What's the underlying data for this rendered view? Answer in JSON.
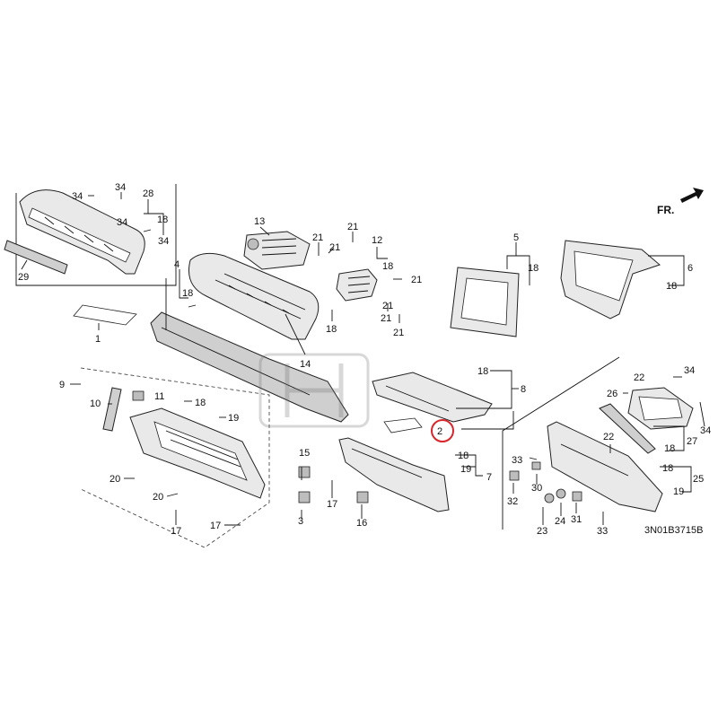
{
  "direction_label": "FR.",
  "diagram_code": "3N01B3715B",
  "highlight_color": "#d9262b",
  "highlighted_callout": "2",
  "callouts": [
    {
      "id": "c34a",
      "label": "34"
    },
    {
      "id": "c34b",
      "label": "34"
    },
    {
      "id": "c28",
      "label": "28"
    },
    {
      "id": "c18a",
      "label": "18"
    },
    {
      "id": "c34c",
      "label": "34"
    },
    {
      "id": "c34d",
      "label": "34"
    },
    {
      "id": "c29",
      "label": "29"
    },
    {
      "id": "c13",
      "label": "13"
    },
    {
      "id": "c21a",
      "label": "21"
    },
    {
      "id": "c21b",
      "label": "21"
    },
    {
      "id": "c21c",
      "label": "21"
    },
    {
      "id": "c21d",
      "label": "21"
    },
    {
      "id": "c12",
      "label": "12"
    },
    {
      "id": "c18b",
      "label": "18"
    },
    {
      "id": "c21e",
      "label": "21"
    },
    {
      "id": "c21f",
      "label": "21"
    },
    {
      "id": "c21g",
      "label": "21"
    },
    {
      "id": "c5",
      "label": "5"
    },
    {
      "id": "c18c",
      "label": "18"
    },
    {
      "id": "c6",
      "label": "6"
    },
    {
      "id": "c18d",
      "label": "18"
    },
    {
      "id": "c4",
      "label": "4"
    },
    {
      "id": "c18e",
      "label": "18"
    },
    {
      "id": "c1",
      "label": "1"
    },
    {
      "id": "c18f",
      "label": "18"
    },
    {
      "id": "c14",
      "label": "14"
    },
    {
      "id": "c18g",
      "label": "18"
    },
    {
      "id": "c8",
      "label": "8"
    },
    {
      "id": "c2",
      "label": "2"
    },
    {
      "id": "c9",
      "label": "9"
    },
    {
      "id": "c10",
      "label": "10"
    },
    {
      "id": "c11",
      "label": "11"
    },
    {
      "id": "c18h",
      "label": "18"
    },
    {
      "id": "c19a",
      "label": "19"
    },
    {
      "id": "c20a",
      "label": "20"
    },
    {
      "id": "c20b",
      "label": "20"
    },
    {
      "id": "c17a",
      "label": "17"
    },
    {
      "id": "c17b",
      "label": "17"
    },
    {
      "id": "c15",
      "label": "15"
    },
    {
      "id": "c3",
      "label": "3"
    },
    {
      "id": "c17c",
      "label": "17"
    },
    {
      "id": "c16",
      "label": "16"
    },
    {
      "id": "c18i",
      "label": "18"
    },
    {
      "id": "c19b",
      "label": "19"
    },
    {
      "id": "c7",
      "label": "7"
    },
    {
      "id": "c22a",
      "label": "22"
    },
    {
      "id": "c34e",
      "label": "34"
    },
    {
      "id": "c26",
      "label": "26"
    },
    {
      "id": "c34f",
      "label": "34"
    },
    {
      "id": "c22b",
      "label": "22"
    },
    {
      "id": "c27",
      "label": "27"
    },
    {
      "id": "c18j",
      "label": "18"
    },
    {
      "id": "c33a",
      "label": "33"
    },
    {
      "id": "c30",
      "label": "30"
    },
    {
      "id": "c32",
      "label": "32"
    },
    {
      "id": "c18k",
      "label": "18"
    },
    {
      "id": "c25",
      "label": "25"
    },
    {
      "id": "c19c",
      "label": "19"
    },
    {
      "id": "c23",
      "label": "23"
    },
    {
      "id": "c24",
      "label": "24"
    },
    {
      "id": "c31",
      "label": "31"
    },
    {
      "id": "c33b",
      "label": "33"
    }
  ]
}
